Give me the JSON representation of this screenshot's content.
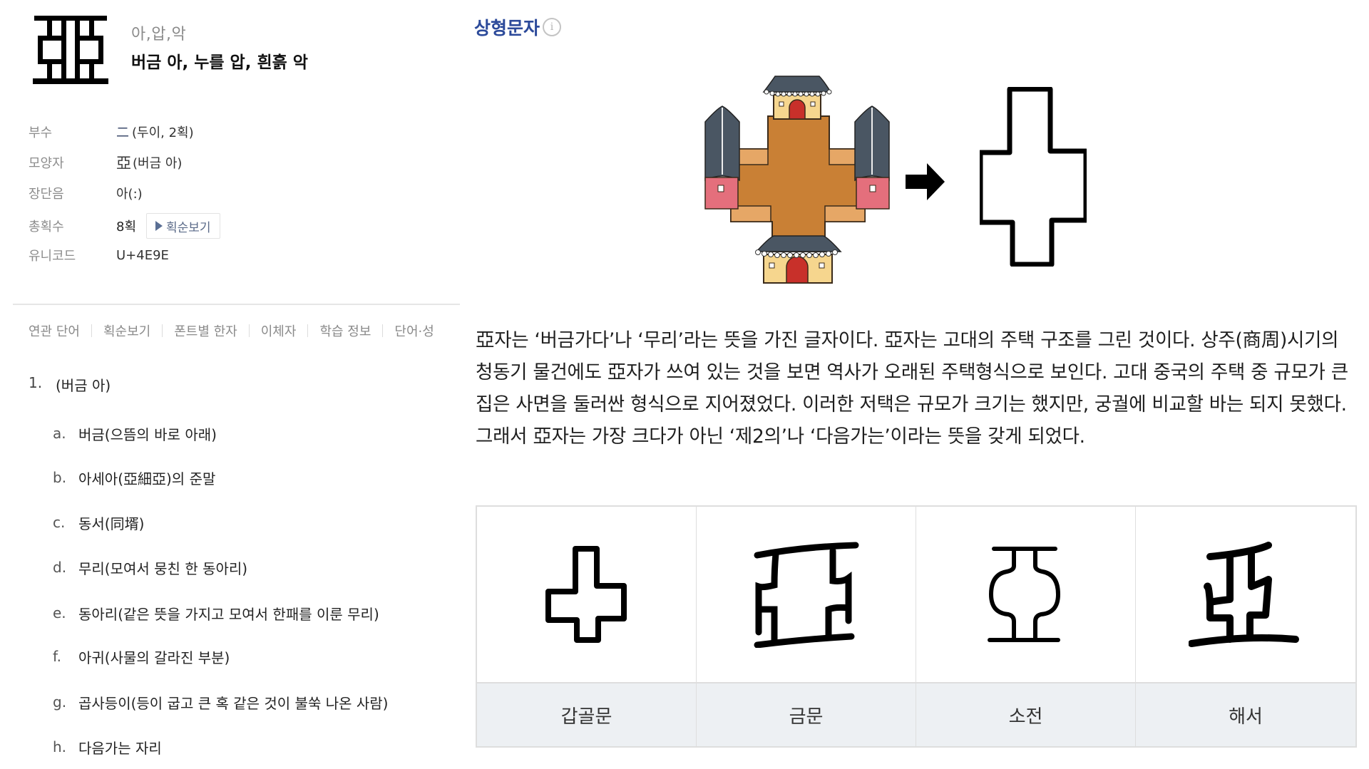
{
  "character": {
    "glyph": "亞",
    "readings": "아,압,악",
    "meaning": "버금 아, 누를 압, 흰흙 악"
  },
  "info": {
    "radical": {
      "label": "부수",
      "glyph": "二",
      "detail": "(두이, 2획)"
    },
    "shape_char": {
      "label": "모양자",
      "glyph": "亞",
      "detail": "(버금 아)"
    },
    "long_short": {
      "label": "장단음",
      "value": "아(:)"
    },
    "stroke_count": {
      "label": "총획수",
      "value": "8획",
      "button_label": "획순보기"
    },
    "unicode": {
      "label": "유니코드",
      "value": "U+4E9E"
    }
  },
  "tabs": [
    "연관 단어",
    "획순보기",
    "폰트별 한자",
    "이체자",
    "학습 정보",
    "단어·성"
  ],
  "senses": {
    "main": {
      "num": "1.",
      "text": "(버금 아)"
    },
    "items": [
      {
        "letter": "a.",
        "text": "버금(으뜸의 바로 아래)"
      },
      {
        "letter": "b.",
        "text": "아세아(亞細亞)의 준말"
      },
      {
        "letter": "c.",
        "text": "동서(同壻)"
      },
      {
        "letter": "d.",
        "text": "무리(모여서 뭉친 한 동아리)"
      },
      {
        "letter": "e.",
        "text": "동아리(같은 뜻을 가지고 모여서 한패를 이룬 무리)"
      },
      {
        "letter": "f.",
        "text": "아귀(사물의 갈라진 부분)"
      },
      {
        "letter": "g.",
        "text": "곱사등이(등이 굽고 큰 혹 같은 것이 불쑥 나온 사람)"
      },
      {
        "letter": "h.",
        "text": "다음가는 자리"
      }
    ]
  },
  "pictograph": {
    "title": "상형문자",
    "info_icon": "info-circle-icon",
    "illustration": "courtyard-house-illustration",
    "arrow_icon": "arrow-right-icon",
    "result": "cross-outline",
    "description": "亞자는 ‘버금가다’나 ‘무리’라는 뜻을 가진 글자이다. 亞자는 고대의 주택 구조를 그린 것이다. 상주(商周)시기의 청동기 물건에도 亞자가 쓰여 있는 것을 보면 역사가 오래된 주택형식으로 보인다. 고대 중국의 주택 중 규모가 큰 집은 사면을 둘러싼 형식으로 지어졌었다. 이러한 저택은 규모가 크기는 했지만, 궁궐에 비교할 바는 되지 못했다. 그래서 亞자는 가장 크다가 아닌 ‘제2의’나 ‘다음가는’이라는 뜻을 갖게 되었다."
  },
  "script_forms": [
    {
      "label": "갑골문",
      "glyph": "oracle-bone"
    },
    {
      "label": "금문",
      "glyph": "bronze"
    },
    {
      "label": "소전",
      "glyph": "small-seal"
    },
    {
      "label": "해서",
      "glyph": "亞"
    }
  ],
  "colors": {
    "title_blue": "#2c4a9a",
    "roof": "#4a5663",
    "wall": "#f6d68e",
    "door": "#c8302a",
    "courtyard": "#c98035",
    "side_room": "#e6a766",
    "pink_wall": "#e46f7c",
    "label_bg": "#edf0f3"
  }
}
